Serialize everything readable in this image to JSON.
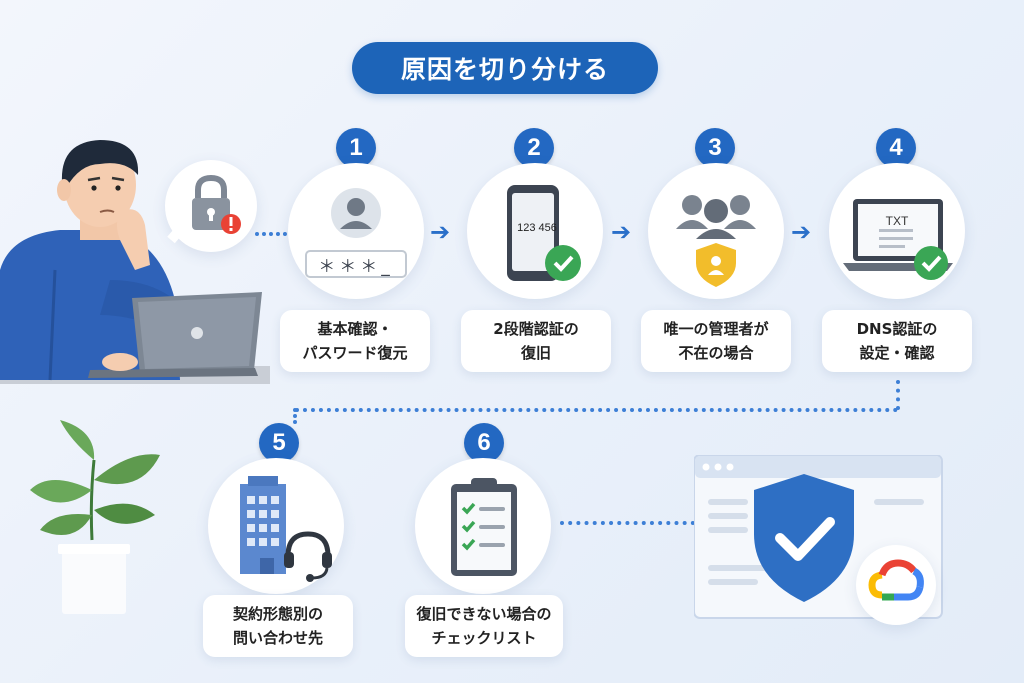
{
  "title": "原因を切り分ける",
  "steps": [
    {
      "num": "1",
      "line1": "基本確認・",
      "line2": "パスワード復元",
      "icon": "user-password-icon"
    },
    {
      "num": "2",
      "line1": "2段階認証の",
      "line2": "復旧",
      "icon": "phone-code-icon",
      "code": "123 456"
    },
    {
      "num": "3",
      "line1": "唯一の管理者が",
      "line2": "不在の場合",
      "icon": "admin-group-icon"
    },
    {
      "num": "4",
      "line1": "DNS認証の",
      "line2": "設定・確認",
      "icon": "laptop-txt-icon",
      "txt": "TXT"
    },
    {
      "num": "5",
      "line1": "契約形態別の",
      "line2": "問い合わせ先",
      "icon": "building-headset-icon"
    },
    {
      "num": "6",
      "line1": "復旧できない場合の",
      "line2": "チェックリスト",
      "icon": "clipboard-checklist-icon"
    }
  ],
  "password_mask": "＊＊＊_",
  "colors": {
    "accent": "#1d64b8",
    "success": "#3aa655",
    "warning": "#e94235",
    "shield": "#2e6fc4"
  }
}
